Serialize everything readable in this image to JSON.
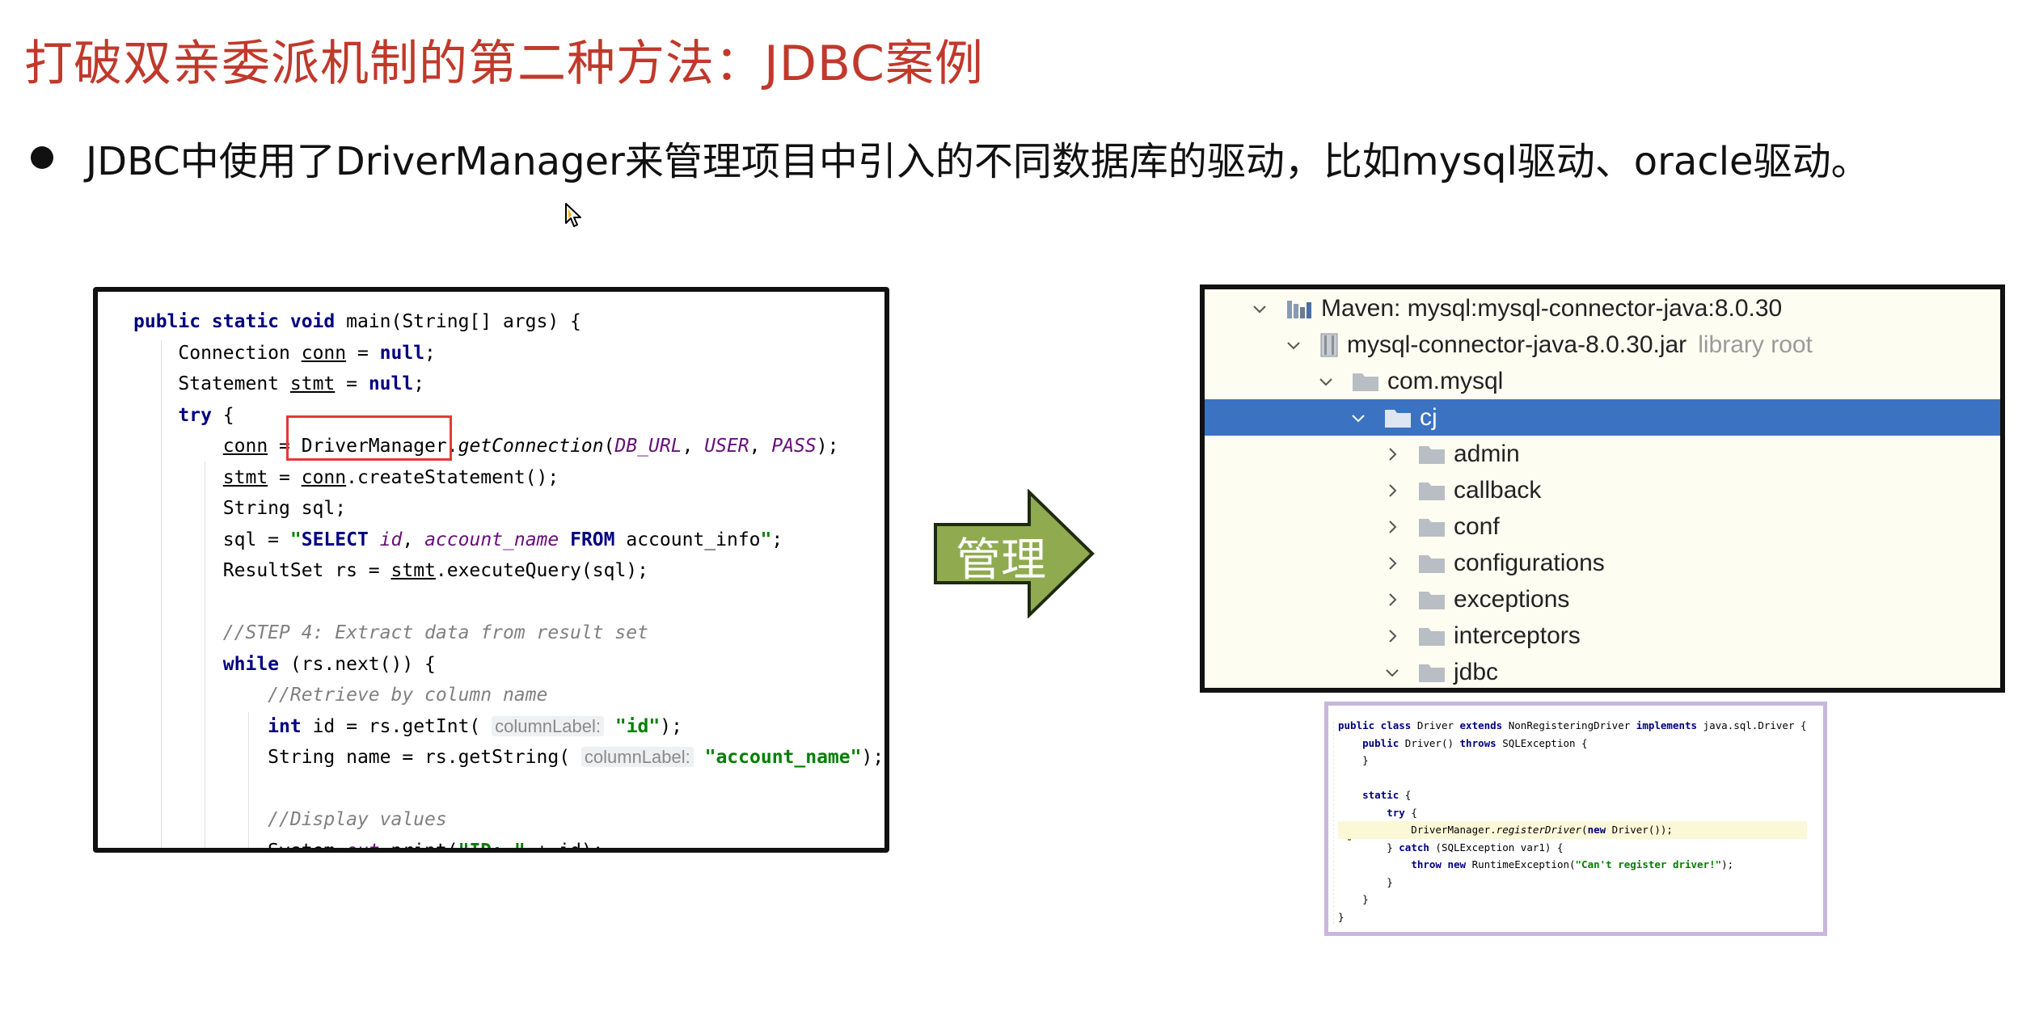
{
  "slide": {
    "title": "打破双亲委派机制的第二种方法：JDBC案例",
    "bullet": "JDBC中使用了DriverManager来管理项目中引入的不同数据库的驱动，比如mysql驱动、oracle驱动。",
    "arrow_label": "管理"
  },
  "colors": {
    "title": "#c0392b",
    "arrow_fill": "#8faa4f",
    "highlight": "#e53935",
    "tree_selected": "#3b73c2"
  },
  "code_main": {
    "l1_kw": "public static void",
    "l1_rest": " main(String[] args) {",
    "l2_a": "    Connection ",
    "l2_var": "conn",
    "l2_eq": " = ",
    "l2_kw": "null",
    "l2_end": ";",
    "l3_a": "    Statement ",
    "l3_var": "stmt",
    "l3_eq": " = ",
    "l3_kw": "null",
    "l3_end": ";",
    "l4_kw": "    try",
    "l4_end": " {",
    "l5_a": "        ",
    "l5_var": "conn",
    "l5_eq": " = ",
    "l5_class": "DriverManager",
    "l5_dot": ".",
    "l5_method": "getConnection",
    "l5_open": "(",
    "l5_c1": "DB_URL",
    "l5_comma1": ", ",
    "l5_c2": "USER",
    "l5_comma2": ", ",
    "l5_c3": "PASS",
    "l5_close": ");",
    "l6_a": "        ",
    "l6_var": "stmt",
    "l6_eq": " = ",
    "l6_var2": "conn",
    "l6_rest": ".createStatement();",
    "l7": "        String sql;",
    "l8_a": "        sql = ",
    "l8_q1": "\"",
    "l8_kw1": "SELECT",
    "l8_id": " id",
    "l8_c": ", ",
    "l8_an": "account_name",
    "l8_sp": " ",
    "l8_kw2": "FROM",
    "l8_tbl": " account_info",
    "l8_q2": "\"",
    "l8_end": ";",
    "l9_a": "        ResultSet rs = ",
    "l9_var": "stmt",
    "l9_rest": ".executeQuery(sql);",
    "l10": "",
    "l11": "        //STEP 4: Extract data from result set",
    "l12_a": "        ",
    "l12_kw": "while",
    "l12_rest": " (rs.next()) {",
    "l13": "            //Retrieve by column name",
    "l14_a": "            ",
    "l14_kw": "int",
    "l14_b": " id = rs.getInt( ",
    "l14_hint": "columnLabel:",
    "l14_str": " \"id\"",
    "l14_end": ");",
    "l15_a": "            String name = rs.getString( ",
    "l15_hint": "columnLabel:",
    "l15_str": " \"account_name\"",
    "l15_end": ");",
    "l16": "",
    "l17": "            //Display values",
    "l18_a": "            System.",
    "l18_out": "out",
    "l18_b": ".print(",
    "l18_str": "\"ID: \"",
    "l18_end": " + id);"
  },
  "tree": {
    "rows": [
      {
        "label": "Maven: mysql:mysql-connector-java:8.0.30"
      },
      {
        "label": "mysql-connector-java-8.0.30.jar",
        "suffix": "library root"
      },
      {
        "label": "com.mysql"
      },
      {
        "label": "cj"
      },
      {
        "label": "admin"
      },
      {
        "label": "callback"
      },
      {
        "label": "conf"
      },
      {
        "label": "configurations"
      },
      {
        "label": "exceptions"
      },
      {
        "label": "interceptors"
      },
      {
        "label": "jdbc"
      }
    ]
  },
  "code_driver": {
    "d1_kw1": "public class",
    "d1_a": " Driver ",
    "d1_kw2": "extends",
    "d1_b": " NonRegisteringDriver ",
    "d1_kw3": "implements",
    "d1_c": " java.sql.Driver {",
    "d2_kw1": "    public",
    "d2_a": " Driver() ",
    "d2_kw2": "throws",
    "d2_b": " SQLException {",
    "d3": "    }",
    "d4": "",
    "d5_kw": "    static",
    "d5_b": " {",
    "d6_kw": "        try",
    "d6_b": " {",
    "d7_a": "            DriverManager.",
    "d7_m": "registerDriver",
    "d7_b": "(",
    "d7_kw": "new",
    "d7_c": " Driver());",
    "d8_a": "        } ",
    "d8_kw": "catch",
    "d8_b": " (SQLException var1) {",
    "d9_a": "            ",
    "d9_kw1": "throw",
    "d9_sp": " ",
    "d9_kw2": "new",
    "d9_b": " RuntimeException(",
    "d9_str": "\"Can't register driver!\"",
    "d9_end": ");",
    "d10": "        }",
    "d11": "    }",
    "d12": "}"
  }
}
